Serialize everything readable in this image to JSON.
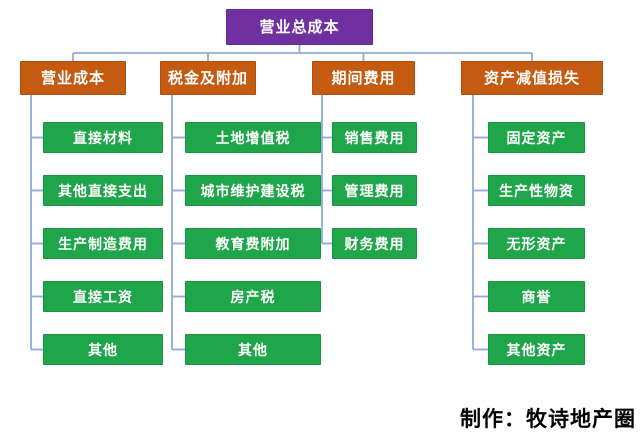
{
  "diagram": {
    "root": {
      "label": "营业总成本"
    },
    "groups": [
      {
        "label": "营业成本",
        "children": [
          "直接材料",
          "其他直接支出",
          "生产制造费用",
          "直接工资",
          "其他"
        ]
      },
      {
        "label": "税金及附加",
        "children": [
          "土地增值税",
          "城市维护建设税",
          "教育费附加",
          "房产税",
          "其他"
        ]
      },
      {
        "label": "期间费用",
        "children": [
          "销售费用",
          "管理费用",
          "财务费用"
        ]
      },
      {
        "label": "资产减值损失",
        "children": [
          "固定资产",
          "生产性物资",
          "无形资产",
          "商誉",
          "其他资产"
        ]
      }
    ]
  },
  "caption": {
    "text": "制作：牧诗地产圈"
  },
  "colors": {
    "root_box": "#7030A0",
    "group_box": "#C55A11",
    "child_box": "#1FA54A",
    "connector": "#8EA9DB",
    "caption_text": "#000000",
    "background": "#FFFFFF"
  }
}
